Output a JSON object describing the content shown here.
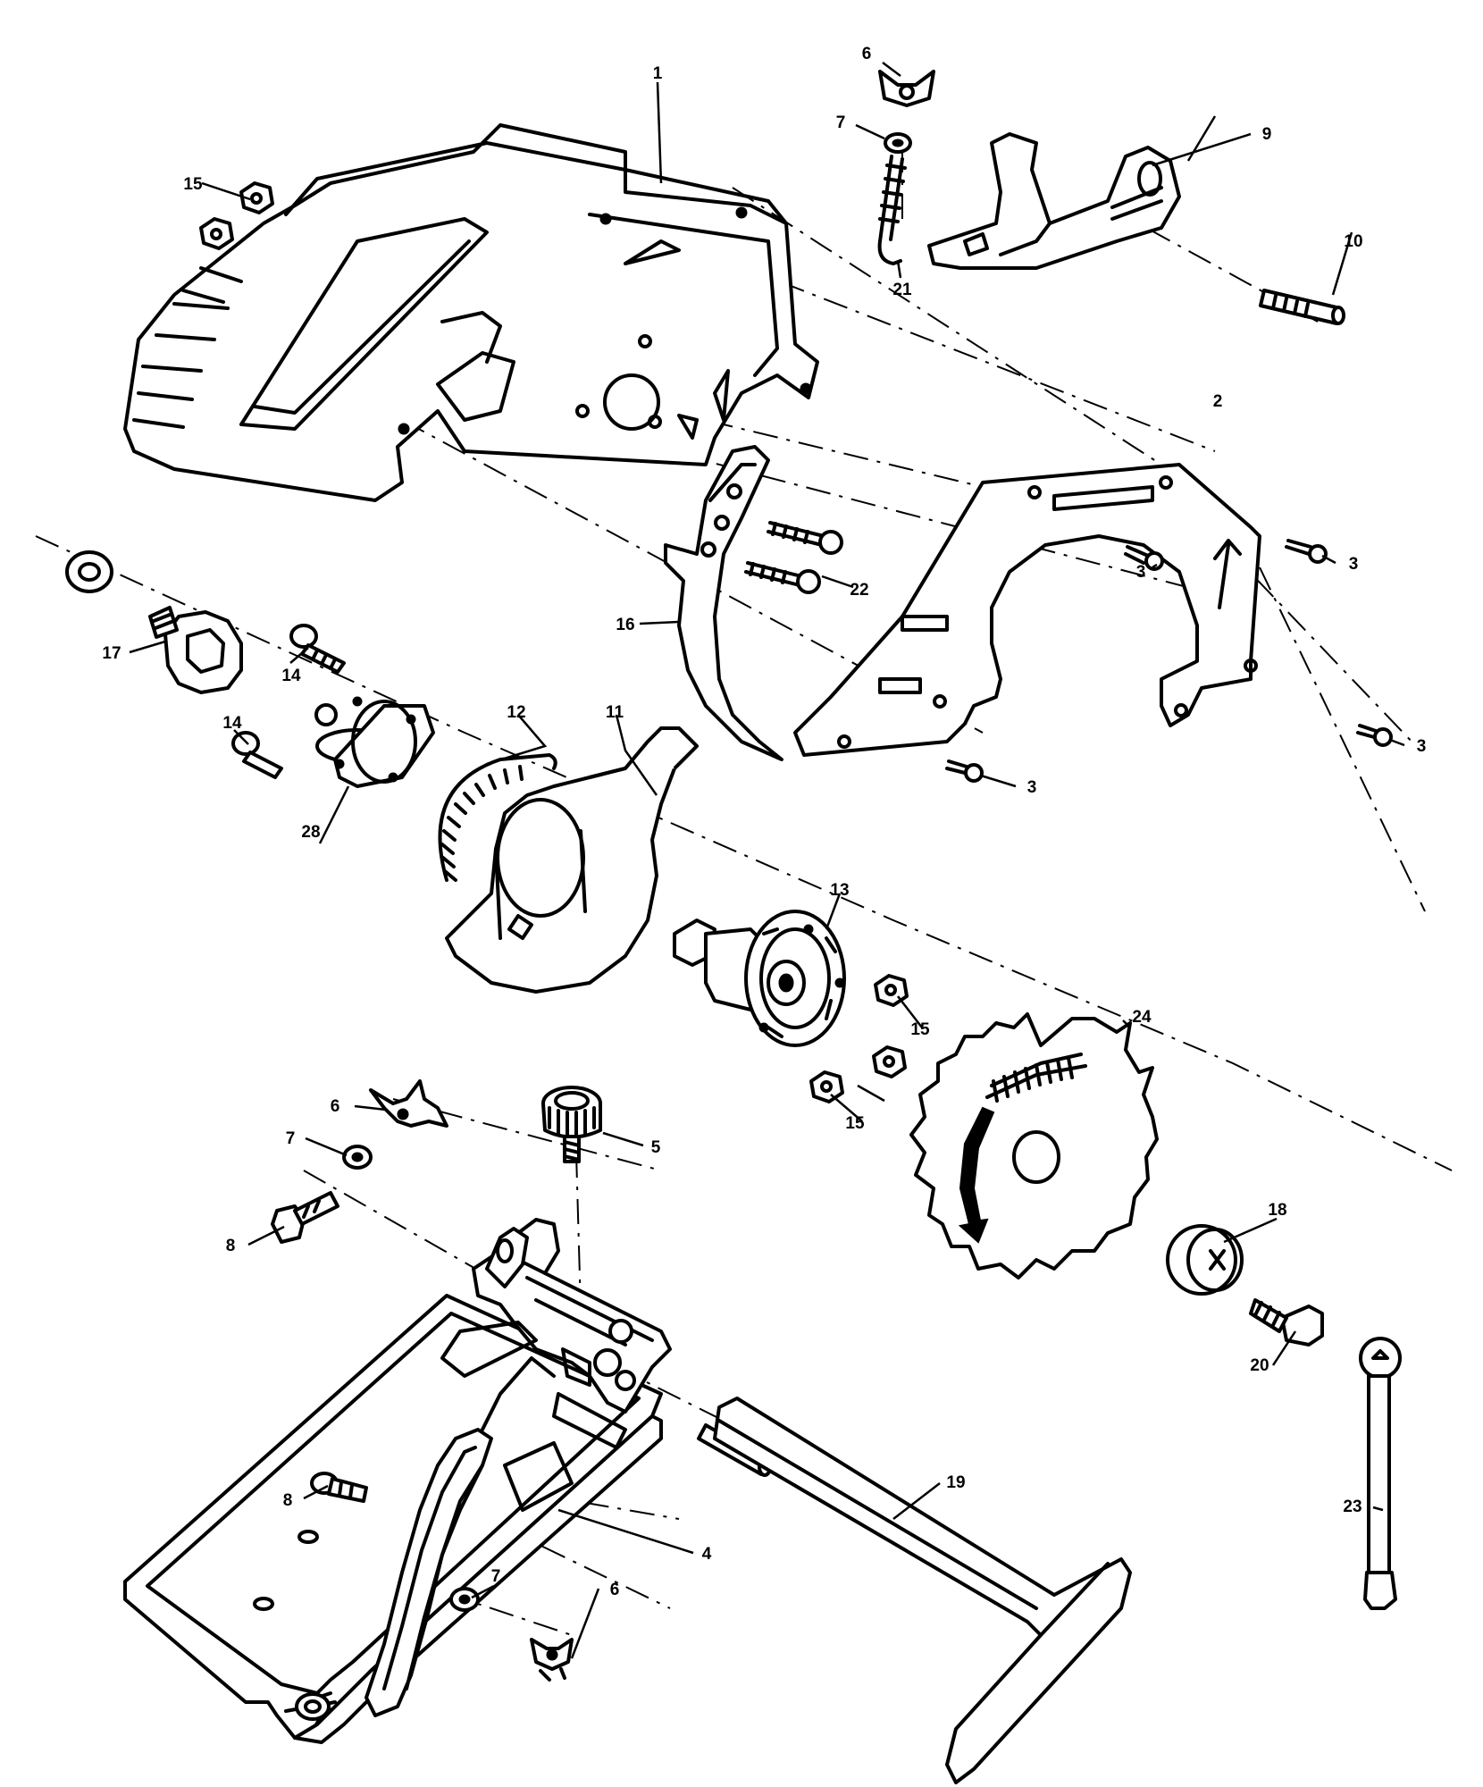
{
  "diagram": {
    "callouts": [
      {
        "id": "c1",
        "label": "1"
      },
      {
        "id": "c2",
        "label": "2"
      },
      {
        "id": "c3a",
        "label": "3"
      },
      {
        "id": "c3b",
        "label": "3"
      },
      {
        "id": "c3c",
        "label": "3"
      },
      {
        "id": "c3d",
        "label": "3"
      },
      {
        "id": "c4",
        "label": "4"
      },
      {
        "id": "c5",
        "label": "5"
      },
      {
        "id": "c6a",
        "label": "6"
      },
      {
        "id": "c6b",
        "label": "6"
      },
      {
        "id": "c6c",
        "label": "6"
      },
      {
        "id": "c7a",
        "label": "7"
      },
      {
        "id": "c7b",
        "label": "7"
      },
      {
        "id": "c7c",
        "label": "7"
      },
      {
        "id": "c8a",
        "label": "8"
      },
      {
        "id": "c8b",
        "label": "8"
      },
      {
        "id": "c9",
        "label": "9"
      },
      {
        "id": "c10",
        "label": "10"
      },
      {
        "id": "c11",
        "label": "11"
      },
      {
        "id": "c12",
        "label": "12"
      },
      {
        "id": "c13",
        "label": "13"
      },
      {
        "id": "c14a",
        "label": "14"
      },
      {
        "id": "c14b",
        "label": "14"
      },
      {
        "id": "c15a",
        "label": "15"
      },
      {
        "id": "c15b",
        "label": "15"
      },
      {
        "id": "c15c",
        "label": "15"
      },
      {
        "id": "c15d",
        "label": "15"
      },
      {
        "id": "c16",
        "label": "16"
      },
      {
        "id": "c17",
        "label": "17"
      },
      {
        "id": "c18",
        "label": "18"
      },
      {
        "id": "c19",
        "label": "19"
      },
      {
        "id": "c20",
        "label": "20"
      },
      {
        "id": "c21",
        "label": "21"
      },
      {
        "id": "c22",
        "label": "22"
      },
      {
        "id": "c23",
        "label": "23"
      },
      {
        "id": "c24",
        "label": "24"
      },
      {
        "id": "c28",
        "label": "28"
      }
    ]
  }
}
